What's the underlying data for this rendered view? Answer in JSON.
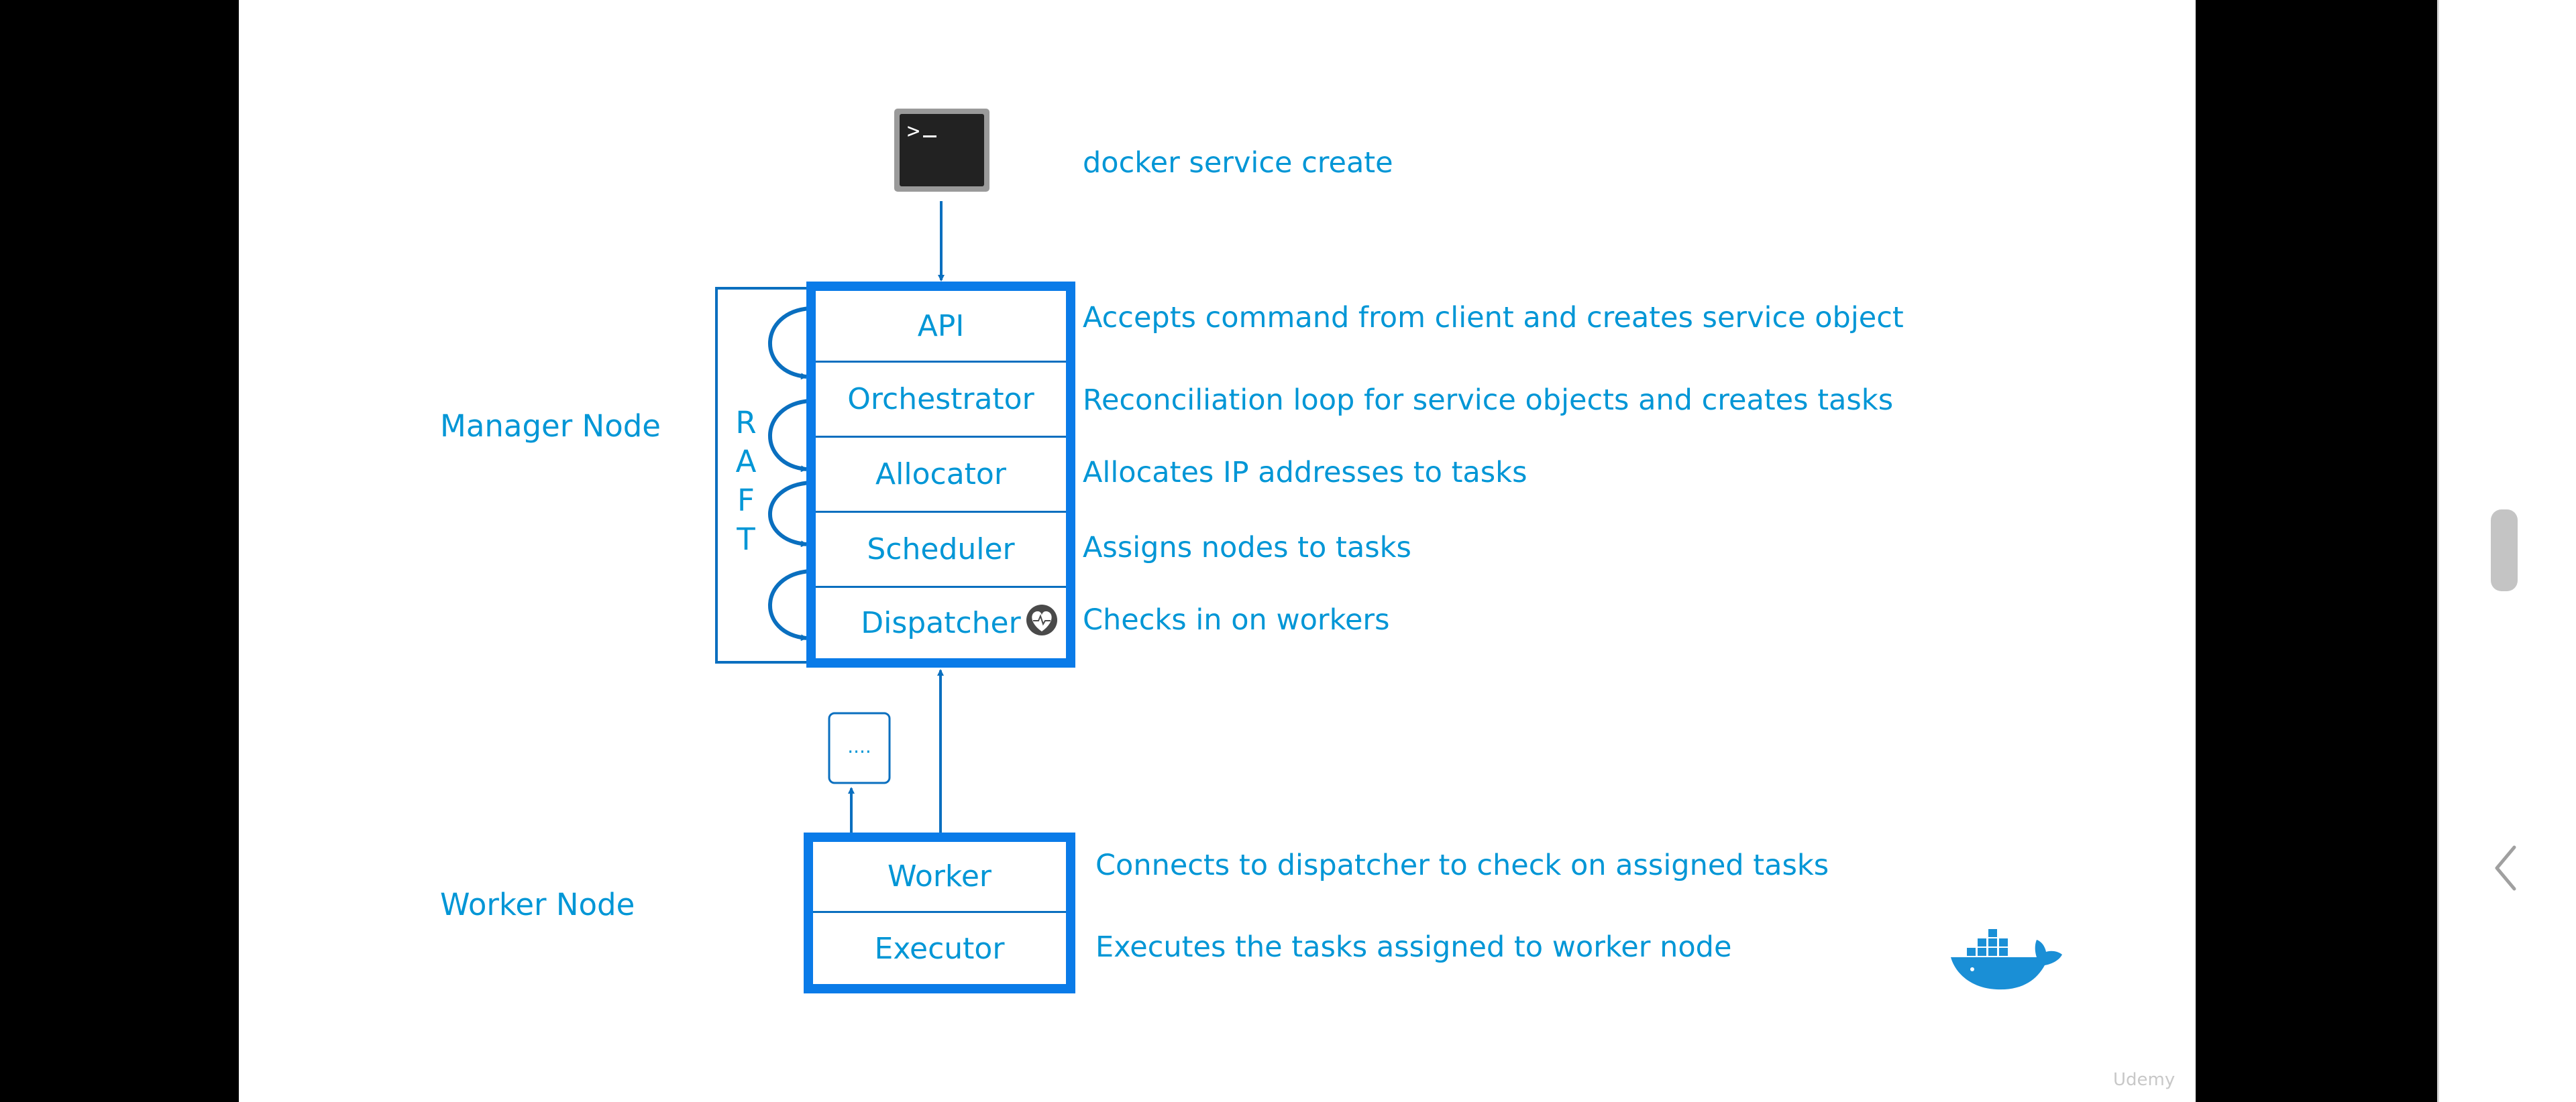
{
  "command": {
    "text": "docker service create",
    "icon": "terminal-icon"
  },
  "manager": {
    "label": "Manager Node",
    "raft_letters": [
      "R",
      "A",
      "F",
      "T"
    ],
    "components": [
      {
        "name": "API",
        "description": "Accepts command from client and creates service object"
      },
      {
        "name": "Orchestrator",
        "description": "Reconciliation loop for service objects and creates tasks"
      },
      {
        "name": "Allocator",
        "description": "Allocates IP addresses to tasks"
      },
      {
        "name": "Scheduler",
        "description": "Assigns nodes to tasks"
      },
      {
        "name": "Dispatcher",
        "description": "Checks in on workers"
      }
    ],
    "dispatcher_icon": "heartbeat-icon"
  },
  "worker": {
    "label": "Worker Node",
    "task_box_text": "....",
    "components": [
      {
        "name": "Worker",
        "description": "Connects to dispatcher to check on assigned tasks"
      },
      {
        "name": "Executor",
        "description": "Executes the tasks assigned to worker node"
      }
    ]
  },
  "watermark": "Udemy",
  "logo": "docker-whale-icon",
  "colors": {
    "text": "#0096d6",
    "box_border": "#0a7be8",
    "background": "#ffffff",
    "side_panels": "#000000"
  }
}
